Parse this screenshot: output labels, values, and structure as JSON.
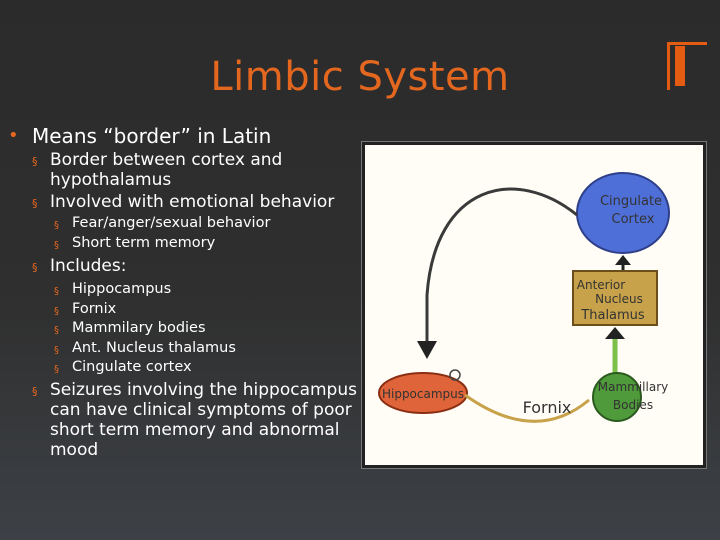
{
  "slide": {
    "title": "Limbic System",
    "bullets": {
      "level1_main": "Means “border” in Latin",
      "border_between": "Border between cortex and hypothalamus",
      "involved_with": "Involved with emotional behavior",
      "fear_anger": "Fear/anger/sexual behavior",
      "short_term": "Short term memory",
      "includes": "Includes:",
      "includes_items": [
        "Hippocampus",
        "Fornix",
        "Mammilary bodies",
        "Ant. Nucleus thalamus",
        "Cingulate cortex"
      ],
      "seizures": "Seizures involving the hippocampus can have clinical symptoms of poor short term memory and abnormal mood"
    },
    "markers": {
      "level1": "•",
      "level2": "§",
      "level3": "§"
    }
  },
  "diagram": {
    "cingulate_cortex": [
      "Cingulate",
      "Cortex"
    ],
    "anterior_nucleus": [
      "Anterior",
      "Nucleus",
      "Thalamus"
    ],
    "hippocampus": "Hippocampus",
    "fornix": "Fornix",
    "mammillary": [
      "Mammillary",
      "Bodies"
    ]
  },
  "colors": {
    "accent": "#e4671f",
    "cingulate": "#4f6fd8",
    "anterior_box": "#c8a24a",
    "hippocampus": "#e0643a",
    "mammillary": "#4f9a3a"
  }
}
